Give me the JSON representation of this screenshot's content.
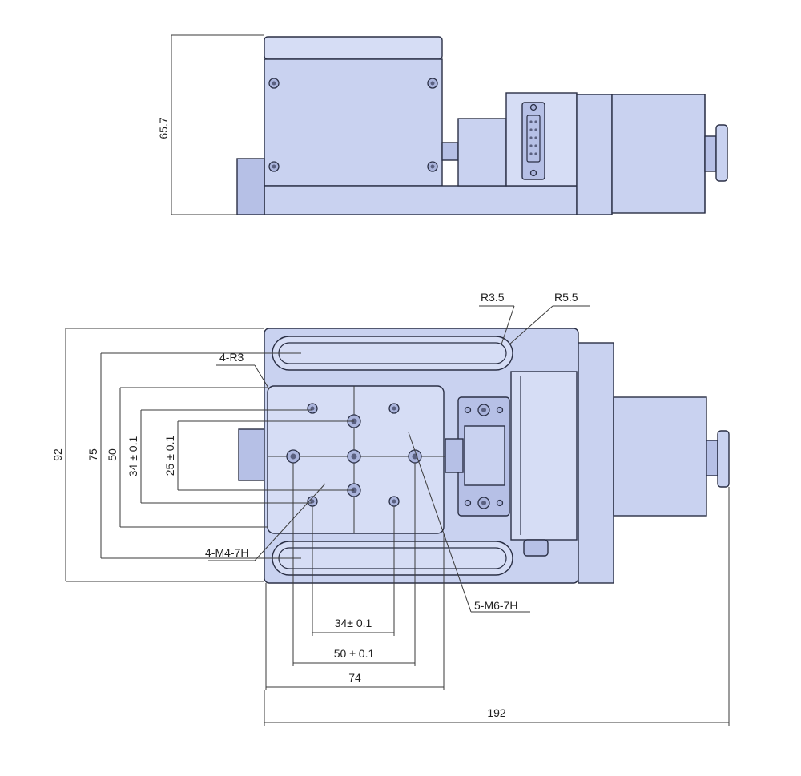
{
  "labels": {
    "height_side": "65.7",
    "width_total": "92",
    "slot_span": "75",
    "table_width": "50",
    "hole_34_vertical": "34 ± 0.1",
    "hole_25_vertical": "25 ± 0.1",
    "corner_radius": "4-R3",
    "slot_r_small": "R3.5",
    "slot_r_large": "R5.5",
    "m4_holes": "4-M4-7H",
    "m6_holes": "5-M6-7H",
    "hole_34_horizontal": "34± 0.1",
    "hole_50_horizontal": "50 ± 0.1",
    "table_length": "74",
    "length_total": "192"
  },
  "colors": {
    "body": "#c9d2f0",
    "outline": "#2a2f45"
  }
}
